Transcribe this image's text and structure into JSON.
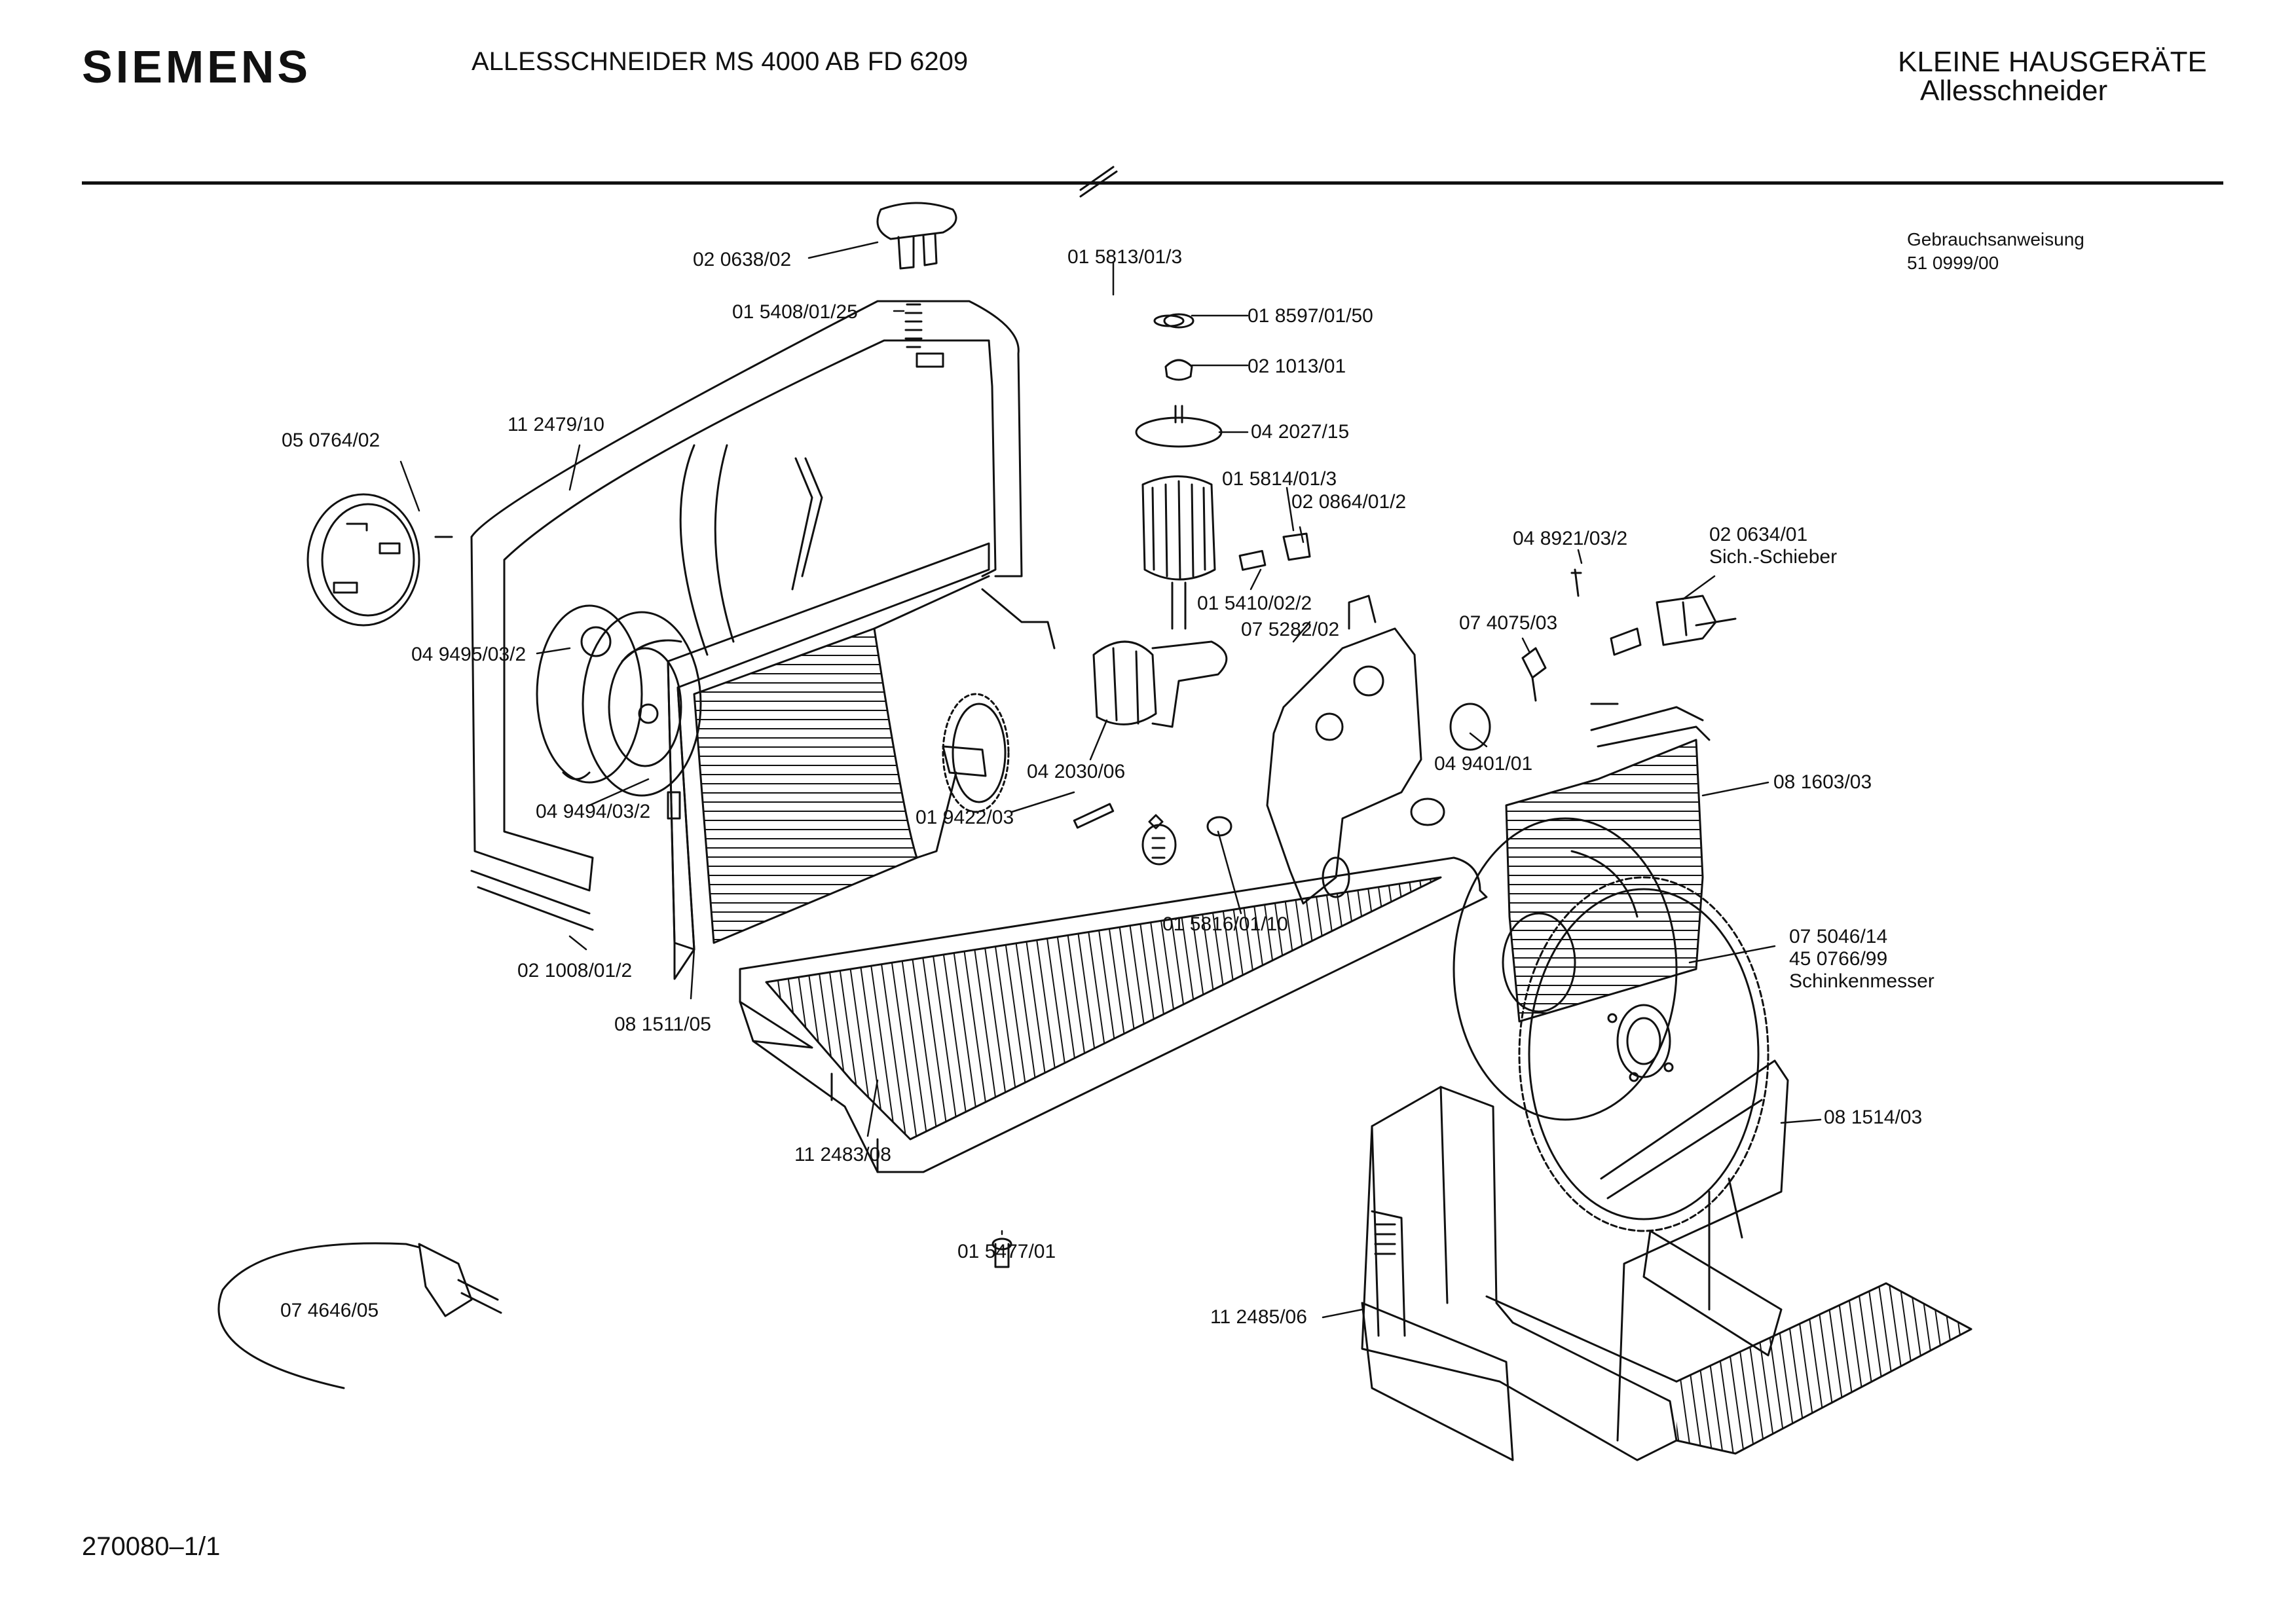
{
  "header": {
    "brand": "SIEMENS",
    "document_title": "ALLESSCHNEIDER MS 4000 AB FD 6209",
    "category": "KLEINE HAUSGERÄTE",
    "subcategory": "Allesschneider"
  },
  "manual_note": {
    "label": "Gebrauchsanweisung",
    "number": "51 0999/00"
  },
  "parts": {
    "p020638": "02 0638/02",
    "p015813": "01 5813/01/3",
    "p015408": "01 5408/01/25",
    "p018597": "01 8597/01/50",
    "p021013": "02 1013/01",
    "p112479": "11 2479/10",
    "p050764": "05 0764/02",
    "p042027": "04 2027/15",
    "p015814": "01 5814/01/3",
    "p020864": "02 0864/01/2",
    "p048921": "04 8921/03/2",
    "p020634": "02 0634/01",
    "p020634_note": "Sich.-Schieber",
    "p015410": "01 5410/02/2",
    "p075282": "07 5282/02",
    "p074075": "07 4075/03",
    "p049495": "04 9495/03/2",
    "p049401": "04 9401/01",
    "p042030": "04 2030/06",
    "p081603": "08 1603/03",
    "p049494": "04 9494/03/2",
    "p019422": "01 9422/03",
    "p015816": "01 5816/01/10",
    "p021008": "02 1008/01/2",
    "p075046": "07 5046/14",
    "p450766": "45 0766/99",
    "p450766_note": "Schinkenmesser",
    "p081511": "08 1511/05",
    "p081514": "08 1514/03",
    "p112483": "11 2483/08",
    "p015477": "01 5477/01",
    "p074646": "07 4646/05",
    "p112485": "11 2485/06"
  },
  "footer": {
    "sheet_id": "270080–1/1"
  }
}
